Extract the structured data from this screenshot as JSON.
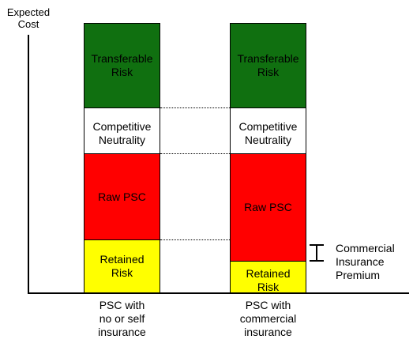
{
  "axis": {
    "y_label": "Expected\nCost"
  },
  "colors": {
    "transferable_risk": "#107010",
    "competitive_neutrality": "#ffffff",
    "raw_psc": "#ff0000",
    "retained_risk": "#ffff00"
  },
  "bars": [
    {
      "caption": "PSC with\nno or self\ninsurance",
      "segments": {
        "transferable_risk": "Transferable\nRisk",
        "competitive_neutrality": "Competitive\nNeutrality",
        "raw_psc": "Raw PSC",
        "retained_risk": "Retained\nRisk"
      }
    },
    {
      "caption": "PSC with\ncommercial\ninsurance",
      "segments": {
        "transferable_risk": "Transferable\nRisk",
        "competitive_neutrality": "Competitive\nNeutrality",
        "raw_psc": "Raw PSC",
        "retained_risk": "Retained\nRisk"
      }
    }
  ],
  "annotation": {
    "premium_label": "Commercial\nInsurance\nPremium"
  }
}
